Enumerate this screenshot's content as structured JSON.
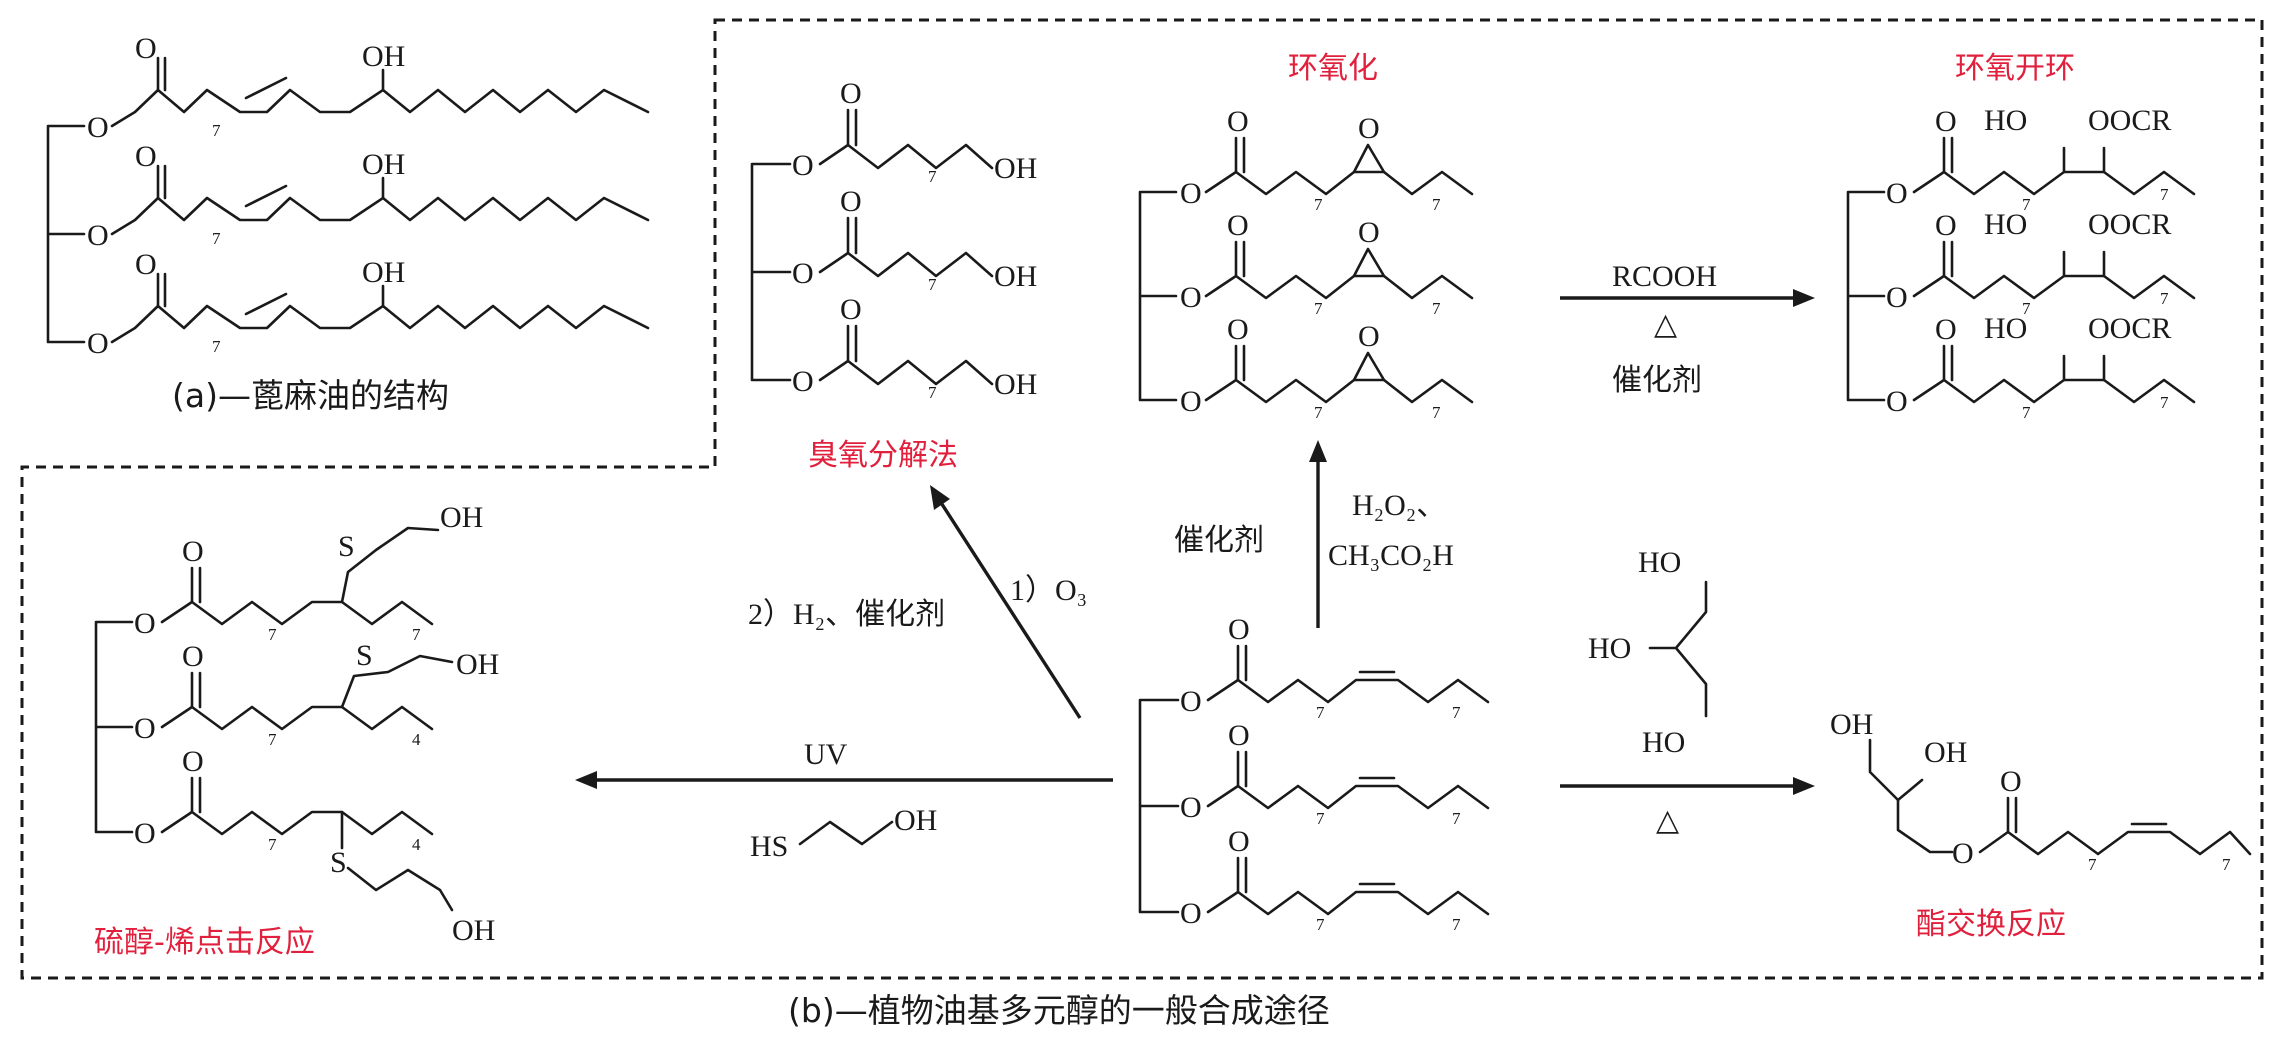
{
  "captions": {
    "a": "(a)—蓖麻油的结构",
    "b": "(b)—植物油基多元醇的一般合成途径"
  },
  "pathways": {
    "epoxidation": "环氧化",
    "ring_opening": "环氧开环",
    "ozonolysis": "臭氧分解法",
    "thiol_ene": "硫醇-烯点击反应",
    "transesterification": "酯交换反应"
  },
  "conditions": {
    "catalyst": "催化剂",
    "rcooh": "RCOOH",
    "heat": "△",
    "h2o2": "H₂O₂、",
    "ch3co2h": "CH₃CO₂H",
    "ozone_step1": "1）O₃",
    "ozone_step2": "2）H₂、催化剂",
    "uv": "UV"
  },
  "atoms": {
    "O": "O",
    "OH": "OH",
    "HO": "HO",
    "S": "S",
    "HS": "HS",
    "OOCR": "OOCR"
  },
  "subscripts": {
    "n7": "7",
    "n4": "4",
    "n2": "2",
    "n3": "3"
  }
}
